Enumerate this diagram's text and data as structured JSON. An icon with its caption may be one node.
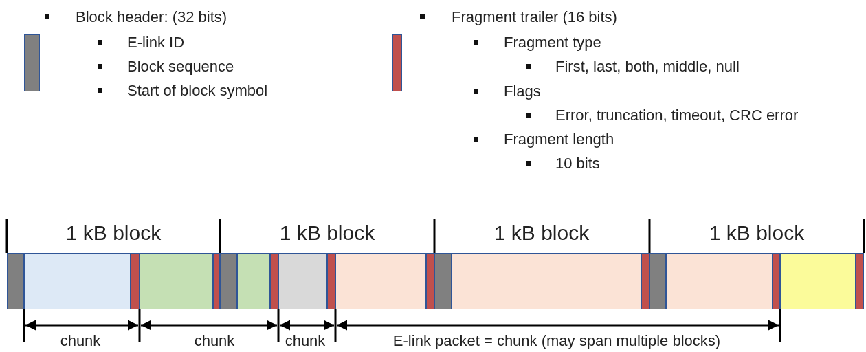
{
  "diagram": {
    "labels": [
      "E-link ID",
      "Block sequence",
      "Start of block symbol",
      "Fragment type",
      "First, last, both, middle, null",
      "Flags",
      "Error, truncation, timeout, CRC error",
      "Fragment length",
      "10 bits",
      "1 kB block",
      "1 kB block",
      "1 kB block",
      "1 kB block",
      "chunk",
      "chunk",
      "chunk",
      "E-link packet = chunk (may span multiple blocks)"
    ],
    "legend": [
      {
        "text": "Block header: (32 bits)",
        "color": "#808080"
      },
      {
        "text": "Fragment trailer (16 bits)",
        "color": "#c0504d"
      }
    ]
  }
}
